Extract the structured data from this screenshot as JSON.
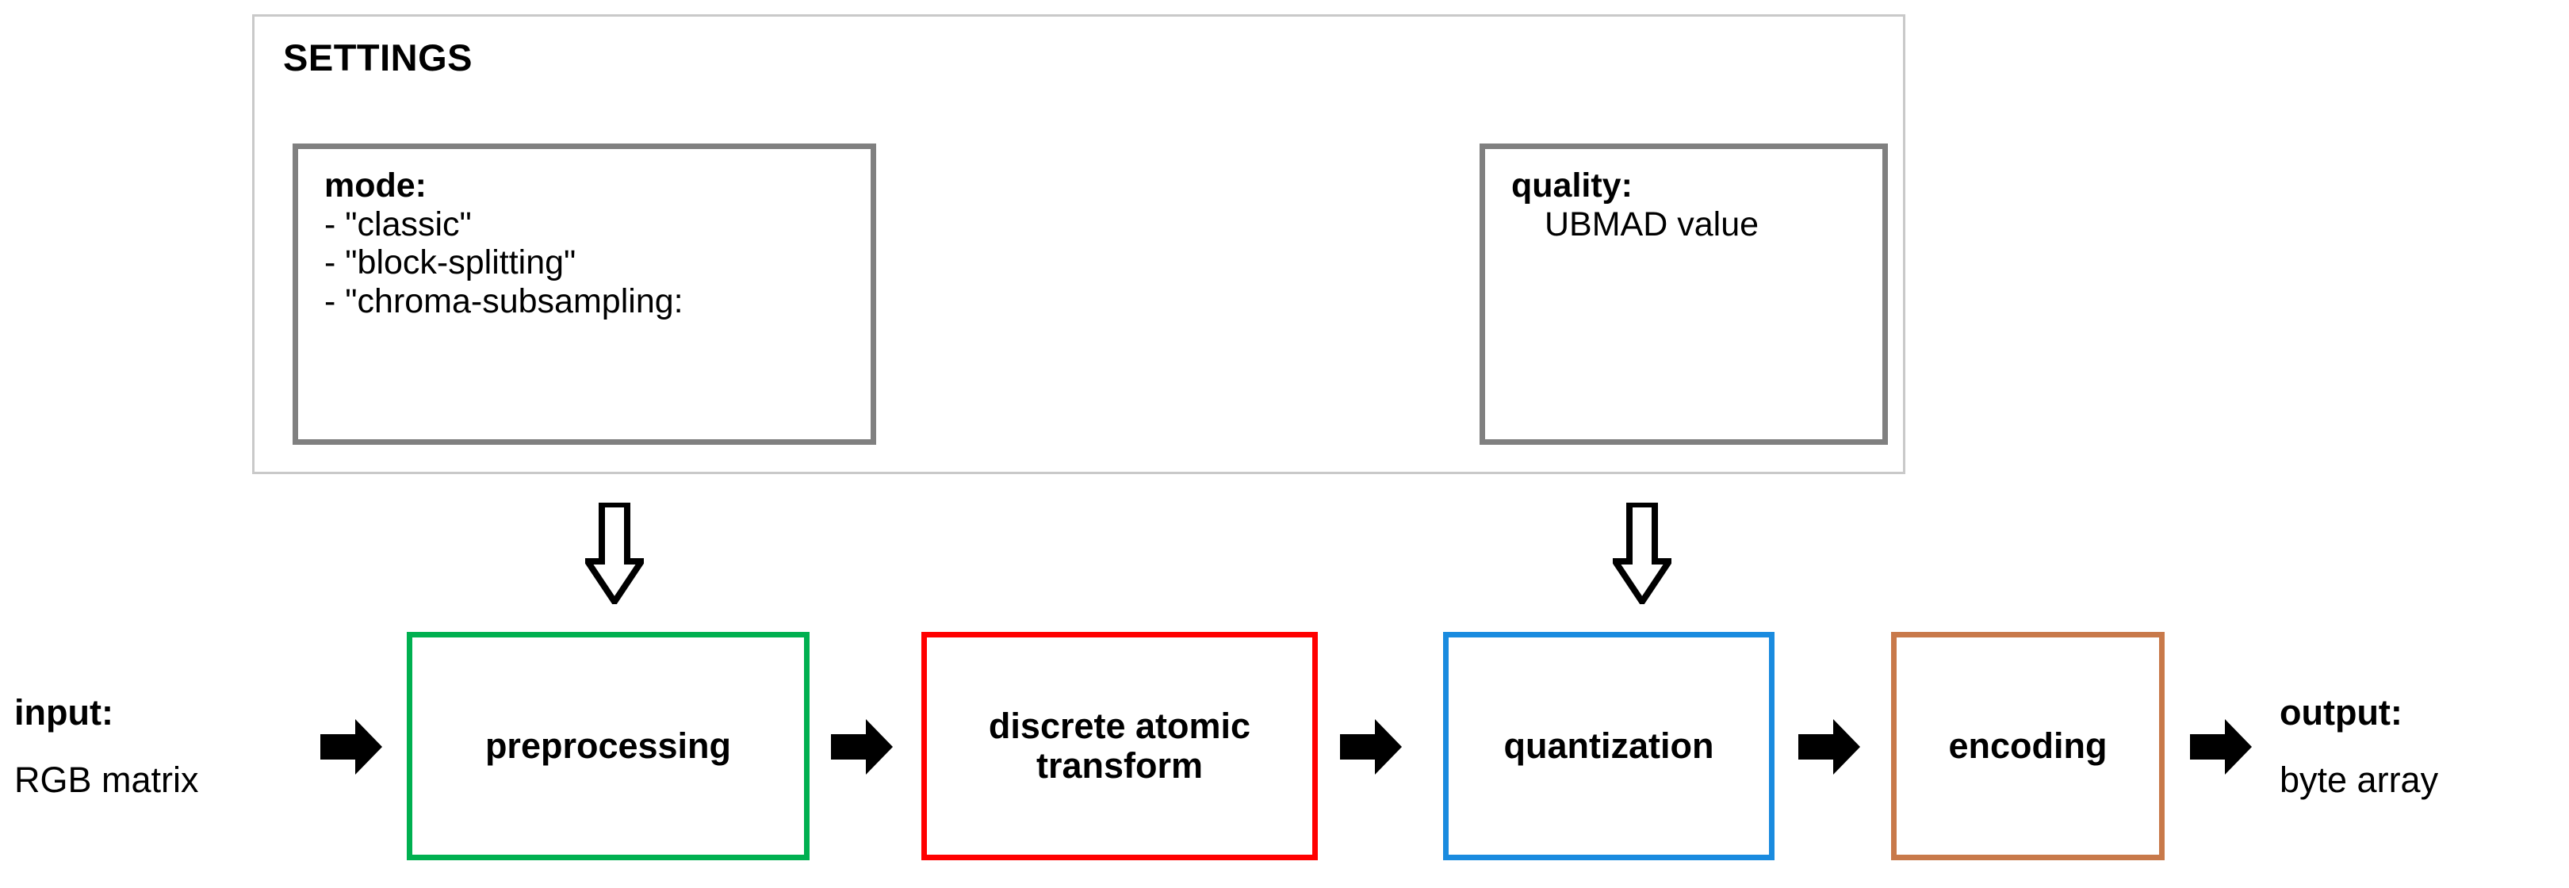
{
  "diagram": {
    "title": "SETTINGS",
    "settings_panel": {
      "label": "SETTINGS",
      "boxes": [
        {
          "key": "mode:",
          "options": [
            "- \"classic\"",
            "- \"block-splitting\"",
            "- \"chroma-subsampling:"
          ]
        },
        {
          "key": "quality:",
          "options": [
            "UBMAD value"
          ]
        }
      ]
    },
    "pipeline": {
      "input": {
        "key": "input:",
        "value": "RGB matrix"
      },
      "stages": [
        {
          "label": "preprocessing",
          "color": "#00b050"
        },
        {
          "label": "discrete atomic\ntransform",
          "line1": "discrete atomic",
          "line2": "transform",
          "color": "#ff0000"
        },
        {
          "label": "quantization",
          "color": "#1a8bdf"
        },
        {
          "label": "encoding",
          "color": "#c8794a"
        }
      ],
      "output": {
        "key": "output:",
        "value": "byte array"
      }
    },
    "connectors": {
      "down_arrow_mode_target": "preprocessing",
      "down_arrow_quality_target": "quantization",
      "flow_arrow_count": 5
    },
    "colors": {
      "panel_border": "#c9c9c9",
      "setting_box_border": "#808080",
      "preprocessing": "#00b050",
      "transform": "#ff0000",
      "quantization": "#1a8bdf",
      "encoding": "#c8794a",
      "arrow": "#000000",
      "text": "#000000",
      "background": "#ffffff"
    }
  }
}
